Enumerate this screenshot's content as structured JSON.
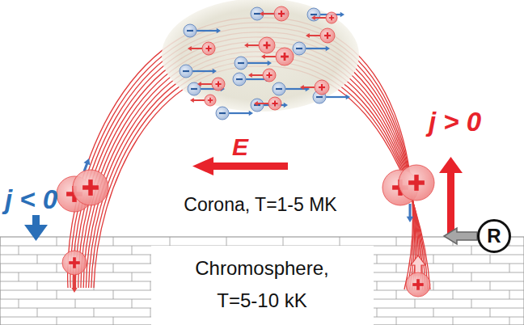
{
  "diagram": {
    "nodes": [
      {
        "text": [
          "Chromosphere, T=5-10 kK"
        ]
      },
      {
        "text": [
          "R"
        ]
      }
    ],
    "labels": [
      "j < 0",
      "j > 0",
      "E",
      "Corona, T=1-5 MK"
    ]
  }
}
